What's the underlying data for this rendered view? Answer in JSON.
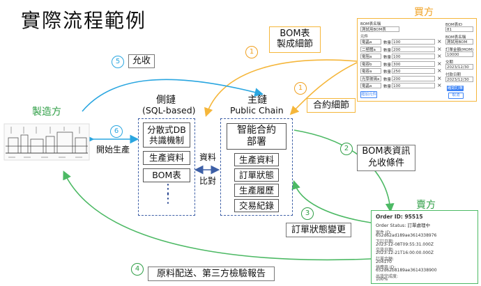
{
  "title": "實際流程範例",
  "manufacturer": {
    "label": "製造方",
    "start_label": "開始生產"
  },
  "buyer": {
    "label": "買方",
    "form": {
      "header": "BOM表名稱",
      "name_value": "測試用BOM表",
      "element_header": "元件",
      "rows": [
        {
          "item": "電晶a",
          "qty_label": "數量",
          "qty": "100"
        },
        {
          "item": "二極體a",
          "qty_label": "數量",
          "qty": "200"
        },
        {
          "item": "電阻a",
          "qty_label": "數量",
          "qty": "100"
        },
        {
          "item": "電容b",
          "qty_label": "數量",
          "qty": "300"
        },
        {
          "item": "電容a",
          "qty_label": "數量",
          "qty": "250"
        },
        {
          "item": "光學玻璃a",
          "qty_label": "數量",
          "qty": "200"
        },
        {
          "item": "電晶a",
          "qty_label": "數量",
          "qty": "100"
        }
      ],
      "add_button": "增加元件",
      "side_fields": [
        {
          "label": "BOM表ID",
          "value": "81"
        },
        {
          "label": "BOM表名稱",
          "value": "測試用BOM"
        },
        {
          "label": "訂單金額(MOM)",
          "value": "10000"
        },
        {
          "label": "交期",
          "value": "2023/12/30"
        },
        {
          "label": "付款日期",
          "value": "2023/12/30"
        }
      ],
      "submit_button": "確認訂單",
      "cancel_button": "取消"
    }
  },
  "seller": {
    "label": "賣方",
    "order": {
      "id_line": "Order ID: 95515",
      "status_line": "Order Status: 訂單處理中",
      "fields": [
        {
          "label": "案件 ID:",
          "value": "652d62ad189ae3614338976"
        },
        {
          "label": "下訂日期:",
          "value": "2023-12-08T09:55:31.000Z"
        },
        {
          "label": "交貨日期:",
          "value": "2023-12-21T16:00:00.000Z"
        },
        {
          "label": "訂單金額:",
          "value": "204170"
        },
        {
          "label": "供應商 ID:",
          "value": "652d62b8189ae3614338900"
        },
        {
          "label": "出貨完成度:",
          "value": "100%"
        }
      ]
    }
  },
  "side_chain": {
    "title_1": "側鏈",
    "title_2": "(SQL-based)",
    "items": [
      "分散式DB\n共識機制",
      "生產資料",
      "BOM表"
    ],
    "dots": "⋮"
  },
  "main_chain": {
    "title_1": "主鏈",
    "title_2": "Public Chain",
    "items": [
      "智能合約\n部署",
      "生產資料",
      "訂單狀態",
      "生產履歷",
      "交易紀錄"
    ]
  },
  "compare_label_1": "資料",
  "compare_label_2": "比對",
  "steps": {
    "s1a_num": "1",
    "s1a_label_1": "BOM表",
    "s1a_label_2": "製成細節",
    "s1b_num": "1",
    "s1b_label": "合約細節",
    "s2_num": "2",
    "s2_label_1": "BOM表資訊",
    "s2_label_2": "允收條件",
    "s3_num": "3",
    "s3_label": "訂單狀態變更",
    "s4_num": "4",
    "s4_label": "原料配送、第三方檢驗報告",
    "s5_num": "5",
    "s5_label": "允收",
    "s6_num": "6"
  },
  "colors": {
    "orange": "#f5b63a",
    "green": "#4cb964",
    "blue": "#2aa6e0",
    "dash_blue": "#3d5fa6"
  }
}
